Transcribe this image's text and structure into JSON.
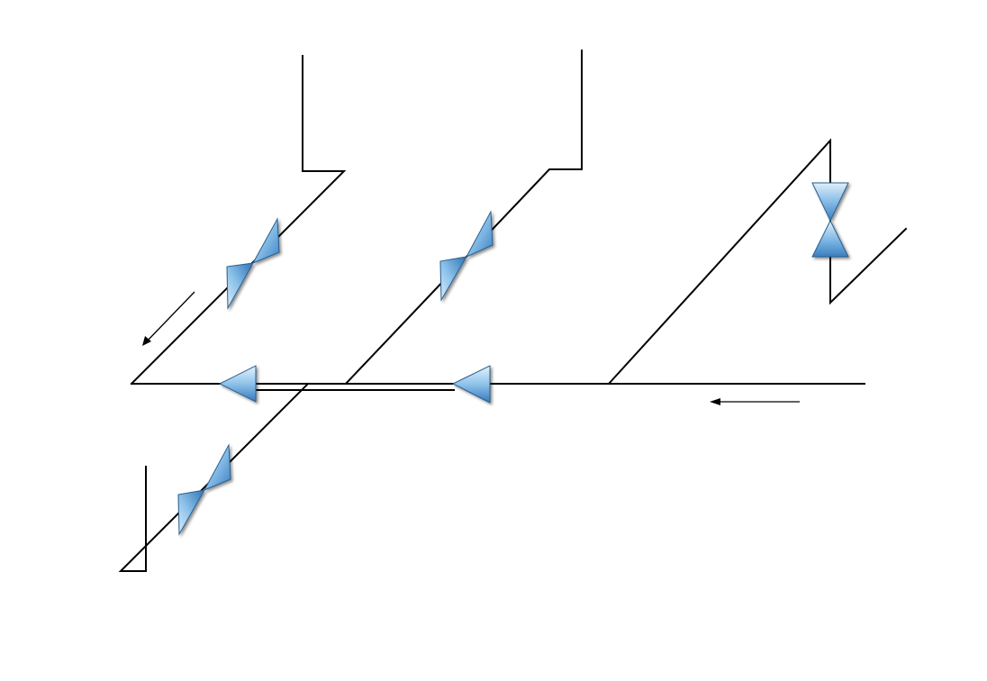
{
  "diagram": {
    "type": "piping-isometric",
    "colors": {
      "background": "#ffffff",
      "pipe": "#000000",
      "valve_light": "#d8ecfa",
      "valve_mid": "#7fb8e4",
      "valve_dark": "#3b82c4",
      "valve_stroke": "#2a5f8f"
    },
    "components": [
      {
        "kind": "pipe",
        "name": "main-header-pipe"
      },
      {
        "kind": "pipe",
        "name": "branch-left-upper-pipe"
      },
      {
        "kind": "pipe",
        "name": "branch-middle-pipe"
      },
      {
        "kind": "pipe",
        "name": "branch-right-pipe"
      },
      {
        "kind": "pipe",
        "name": "branch-lower-pipe"
      },
      {
        "kind": "valve",
        "symbol": "gate-valve-icon"
      },
      {
        "kind": "check-valve",
        "symbol": "check-valve-icon"
      },
      {
        "kind": "flow-direction",
        "symbol": "flow-arrow-icon"
      }
    ]
  }
}
